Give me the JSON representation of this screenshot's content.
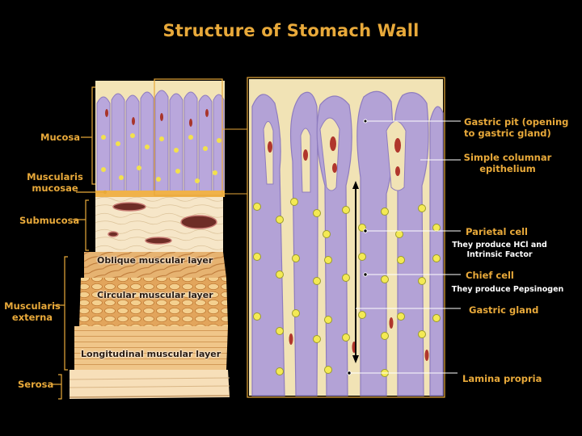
{
  "title": "Structure of Stomach Wall",
  "left_labels": {
    "mucosa": "Mucosa",
    "muscularis_mucosae": "Muscularis\nmucosae",
    "submucosa": "Submucosa",
    "muscularis_externa": "Muscularis\nexterna",
    "serosa": "Serosa"
  },
  "layer_labels": {
    "oblique": "Oblique muscular layer",
    "circular": "Circular muscular layer",
    "longitudinal": "Longitudinal muscular layer"
  },
  "right_labels": {
    "gastric_pit": "Gastric pit (opening\nto gastric gland)",
    "simple_columnar": "Simple columnar\nepithelium",
    "parietal_cell": "Parietal cell",
    "parietal_note": "They produce HCl and\nIntrinsic Factor",
    "chief_cell": "Chief cell",
    "chief_note": "They produce Pepsinogen",
    "gastric_gland": "Gastric gland",
    "lamina_propria": "Lamina propria"
  },
  "colors": {
    "accent": "#e8a93a",
    "epithelium": "#b3a2d6",
    "lamina": "#f1e3b5",
    "muscle": "#e9b36b"
  }
}
